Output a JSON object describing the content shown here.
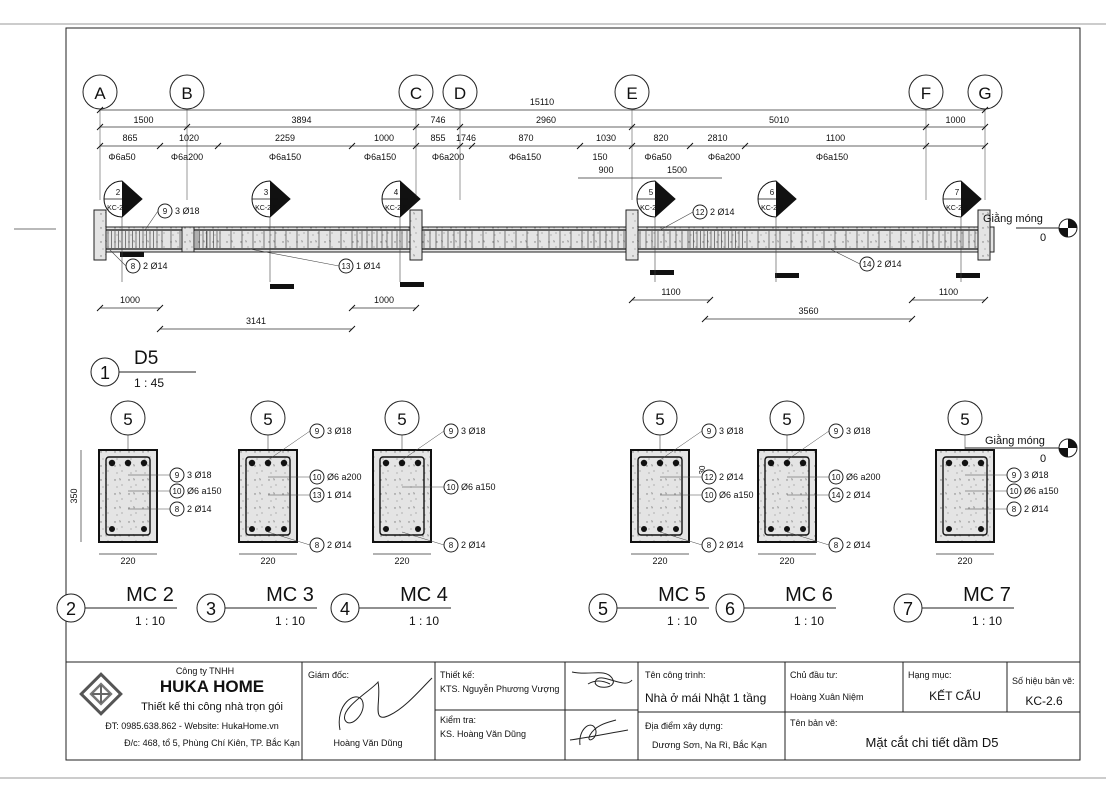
{
  "grid_labels": [
    "A",
    "B",
    "C",
    "D",
    "E",
    "F",
    "G"
  ],
  "dims": {
    "overall": "15110",
    "row1": [
      "1500",
      "3894",
      "746",
      "2960",
      "5010",
      "1000"
    ],
    "row2": [
      "865",
      "1020",
      "2259",
      "1000",
      "855",
      "1746",
      "870",
      "1030",
      "820",
      "2810",
      "1100"
    ],
    "stirrups": [
      "Φ6a50",
      "Φ6a200",
      "Φ6a150",
      "Φ6a150",
      "Φ6a200",
      "Φ6a150",
      "150",
      "Φ6a50",
      "Φ6a200",
      "Φ6a150"
    ],
    "extra": [
      "900",
      "1500"
    ],
    "bottom": [
      "1000",
      "1000",
      "3141",
      "1100",
      "1100",
      "3560"
    ]
  },
  "section_markers": [
    {
      "num": "2",
      "ref": "KC-2.6"
    },
    {
      "num": "3",
      "ref": "KC-2.6"
    },
    {
      "num": "4",
      "ref": "KC-2.6"
    },
    {
      "num": "5",
      "ref": "KC-2.6"
    },
    {
      "num": "6",
      "ref": "KC-2.6"
    },
    {
      "num": "7",
      "ref": "KC-2.6"
    }
  ],
  "bar_marks": [
    {
      "num": "9",
      "text": "3 Ø18"
    },
    {
      "num": "8",
      "text": "2 Ø14"
    },
    {
      "num": "13",
      "text": "1 Ø14"
    },
    {
      "num": "12",
      "text": "2 Ø14"
    },
    {
      "num": "14",
      "text": "2 Ø14"
    }
  ],
  "level": {
    "name": "Giằng móng",
    "value": "0"
  },
  "main_view": {
    "num": "1",
    "name": "D5",
    "scale": "1 : 45"
  },
  "sections": [
    {
      "num": "2",
      "name": "MC 2",
      "scale": "1 : 10",
      "circle": "5",
      "width": "220",
      "height": "350",
      "labels": [
        {
          "n": "9",
          "t": "3 Ø18"
        },
        {
          "n": "10",
          "t": "Ø6 a150"
        },
        {
          "n": "8",
          "t": "2 Ø14"
        }
      ]
    },
    {
      "num": "3",
      "name": "MC 3",
      "scale": "1 : 10",
      "circle": "5",
      "width": "220",
      "labels": [
        {
          "n": "9",
          "t": "3 Ø18"
        },
        {
          "n": "10",
          "t": "Ø6 a200"
        },
        {
          "n": "13",
          "t": "1 Ø14"
        },
        {
          "n": "8",
          "t": "2 Ø14"
        }
      ]
    },
    {
      "num": "4",
      "name": "MC 4",
      "scale": "1 : 10",
      "circle": "5",
      "width": "220",
      "labels": [
        {
          "n": "9",
          "t": "3 Ø18"
        },
        {
          "n": "10",
          "t": "Ø6 a150"
        },
        {
          "n": "8",
          "t": "2 Ø14"
        }
      ]
    },
    {
      "num": "5",
      "name": "MC 5",
      "scale": "1 : 10",
      "circle": "5",
      "width": "220",
      "cover": "30",
      "labels": [
        {
          "n": "9",
          "t": "3 Ø18"
        },
        {
          "n": "12",
          "t": "2 Ø14"
        },
        {
          "n": "10",
          "t": "Ø6 a150"
        },
        {
          "n": "8",
          "t": "2 Ø14"
        }
      ]
    },
    {
      "num": "6",
      "name": "MC 6",
      "scale": "1 : 10",
      "circle": "5",
      "width": "220",
      "labels": [
        {
          "n": "9",
          "t": "3 Ø18"
        },
        {
          "n": "10",
          "t": "Ø6 a200"
        },
        {
          "n": "14",
          "t": "2 Ø14"
        },
        {
          "n": "8",
          "t": "2 Ø14"
        }
      ]
    },
    {
      "num": "7",
      "name": "MC 7",
      "scale": "1 : 10",
      "circle": "5",
      "width": "220",
      "labels": [
        {
          "n": "9",
          "t": "3 Ø18"
        },
        {
          "n": "10",
          "t": "Ø6 a150"
        },
        {
          "n": "8",
          "t": "2 Ø14"
        }
      ]
    }
  ],
  "title_block": {
    "company_type": "Công ty TNHH",
    "company_name": "HUKA HOME",
    "slogan": "Thiết kế thi công nhà trọn gói",
    "contact": "ĐT: 0985.638.862 - Website: HukaHome.vn",
    "address": "Đ/c: 468, tổ 5, Phùng Chí Kiên, TP. Bắc Kạn",
    "director_label": "Giám đốc:",
    "director_name": "Hoàng Văn Dũng",
    "design_label": "Thiết kế:",
    "design_name": "KTS. Nguyễn Phương Vượng",
    "check_label": "Kiểm tra:",
    "check_name": "KS. Hoàng Văn Dũng",
    "project_label": "Tên công trình:",
    "project_name": "Nhà ở mái Nhật 1 tầng",
    "location_label": "Địa điểm xây dựng:",
    "location_name": "Dương Sơn, Na Rì, Bắc Kạn",
    "owner_label": "Chủ đầu tư:",
    "owner_name": "Hoàng Xuân Niệm",
    "category_label": "Hạng mục:",
    "category_name": "KẾT CẤU",
    "sheet_label": "Số hiệu bản vẽ:",
    "sheet_no": "KC-2.6",
    "drawing_label": "Tên bản vẽ:",
    "drawing_name": "Mặt cắt chi tiết dầm D5"
  }
}
